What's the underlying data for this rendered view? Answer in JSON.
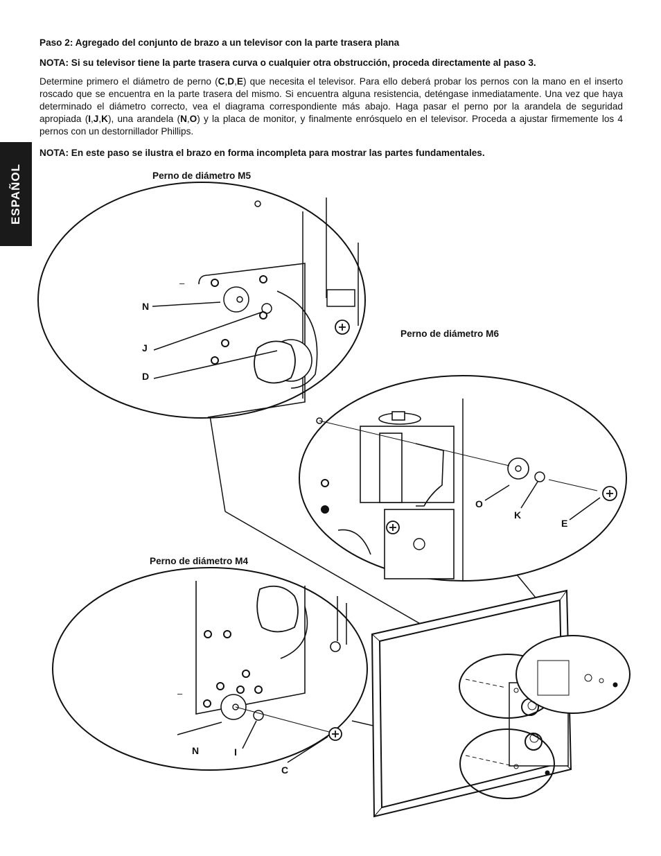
{
  "side_tab": {
    "label": "ESPAÑOL"
  },
  "heading": "Paso 2: Agregado del conjunto de brazo a un televisor con la parte trasera plana",
  "note1": "NOTA: Si su televisor tiene la parte trasera curva o cualquier otra obstrucción, proceda directamente al paso 3.",
  "body": {
    "p1": "Determine primero el diámetro de perno (",
    "b1": "C",
    "p2": ",",
    "b2": "D",
    "p3": ",",
    "b3": "E",
    "p4": ") que necesita el televisor. Para ello deberá probar los pernos con la mano en el inserto roscado que se encuentra en la parte trasera del mismo. Si encuentra alguna resistencia, deténgase inmediatamente. Una vez que haya determinado el diámetro correcto, vea el diagrama correspondiente más abajo. Haga pasar el perno por la arandela de seguridad apropiada (",
    "b4": "I",
    "p5": ",",
    "b5": "J",
    "p6": ",",
    "b6": "K",
    "p7": "), una arandela (",
    "b7": "N",
    "p8": ",",
    "b8": "O",
    "p9": ") y la placa de monitor, y finalmente enrósquelo en el televisor. Proceda a ajustar firmemente los 4 pernos con un destornillador Phillips."
  },
  "note2": "NOTA: En este paso se ilustra el brazo en forma incompleta para mostrar las partes fundamentales.",
  "figures": {
    "m5": {
      "title": "Perno de diámetro M5",
      "labels": [
        "N",
        "J",
        "D"
      ]
    },
    "m6": {
      "title": "Perno de diámetro M6",
      "labels": [
        "O",
        "K",
        "E"
      ]
    },
    "m4": {
      "title": "Perno de diámetro M4",
      "labels": [
        "N",
        "I",
        "C"
      ]
    }
  }
}
